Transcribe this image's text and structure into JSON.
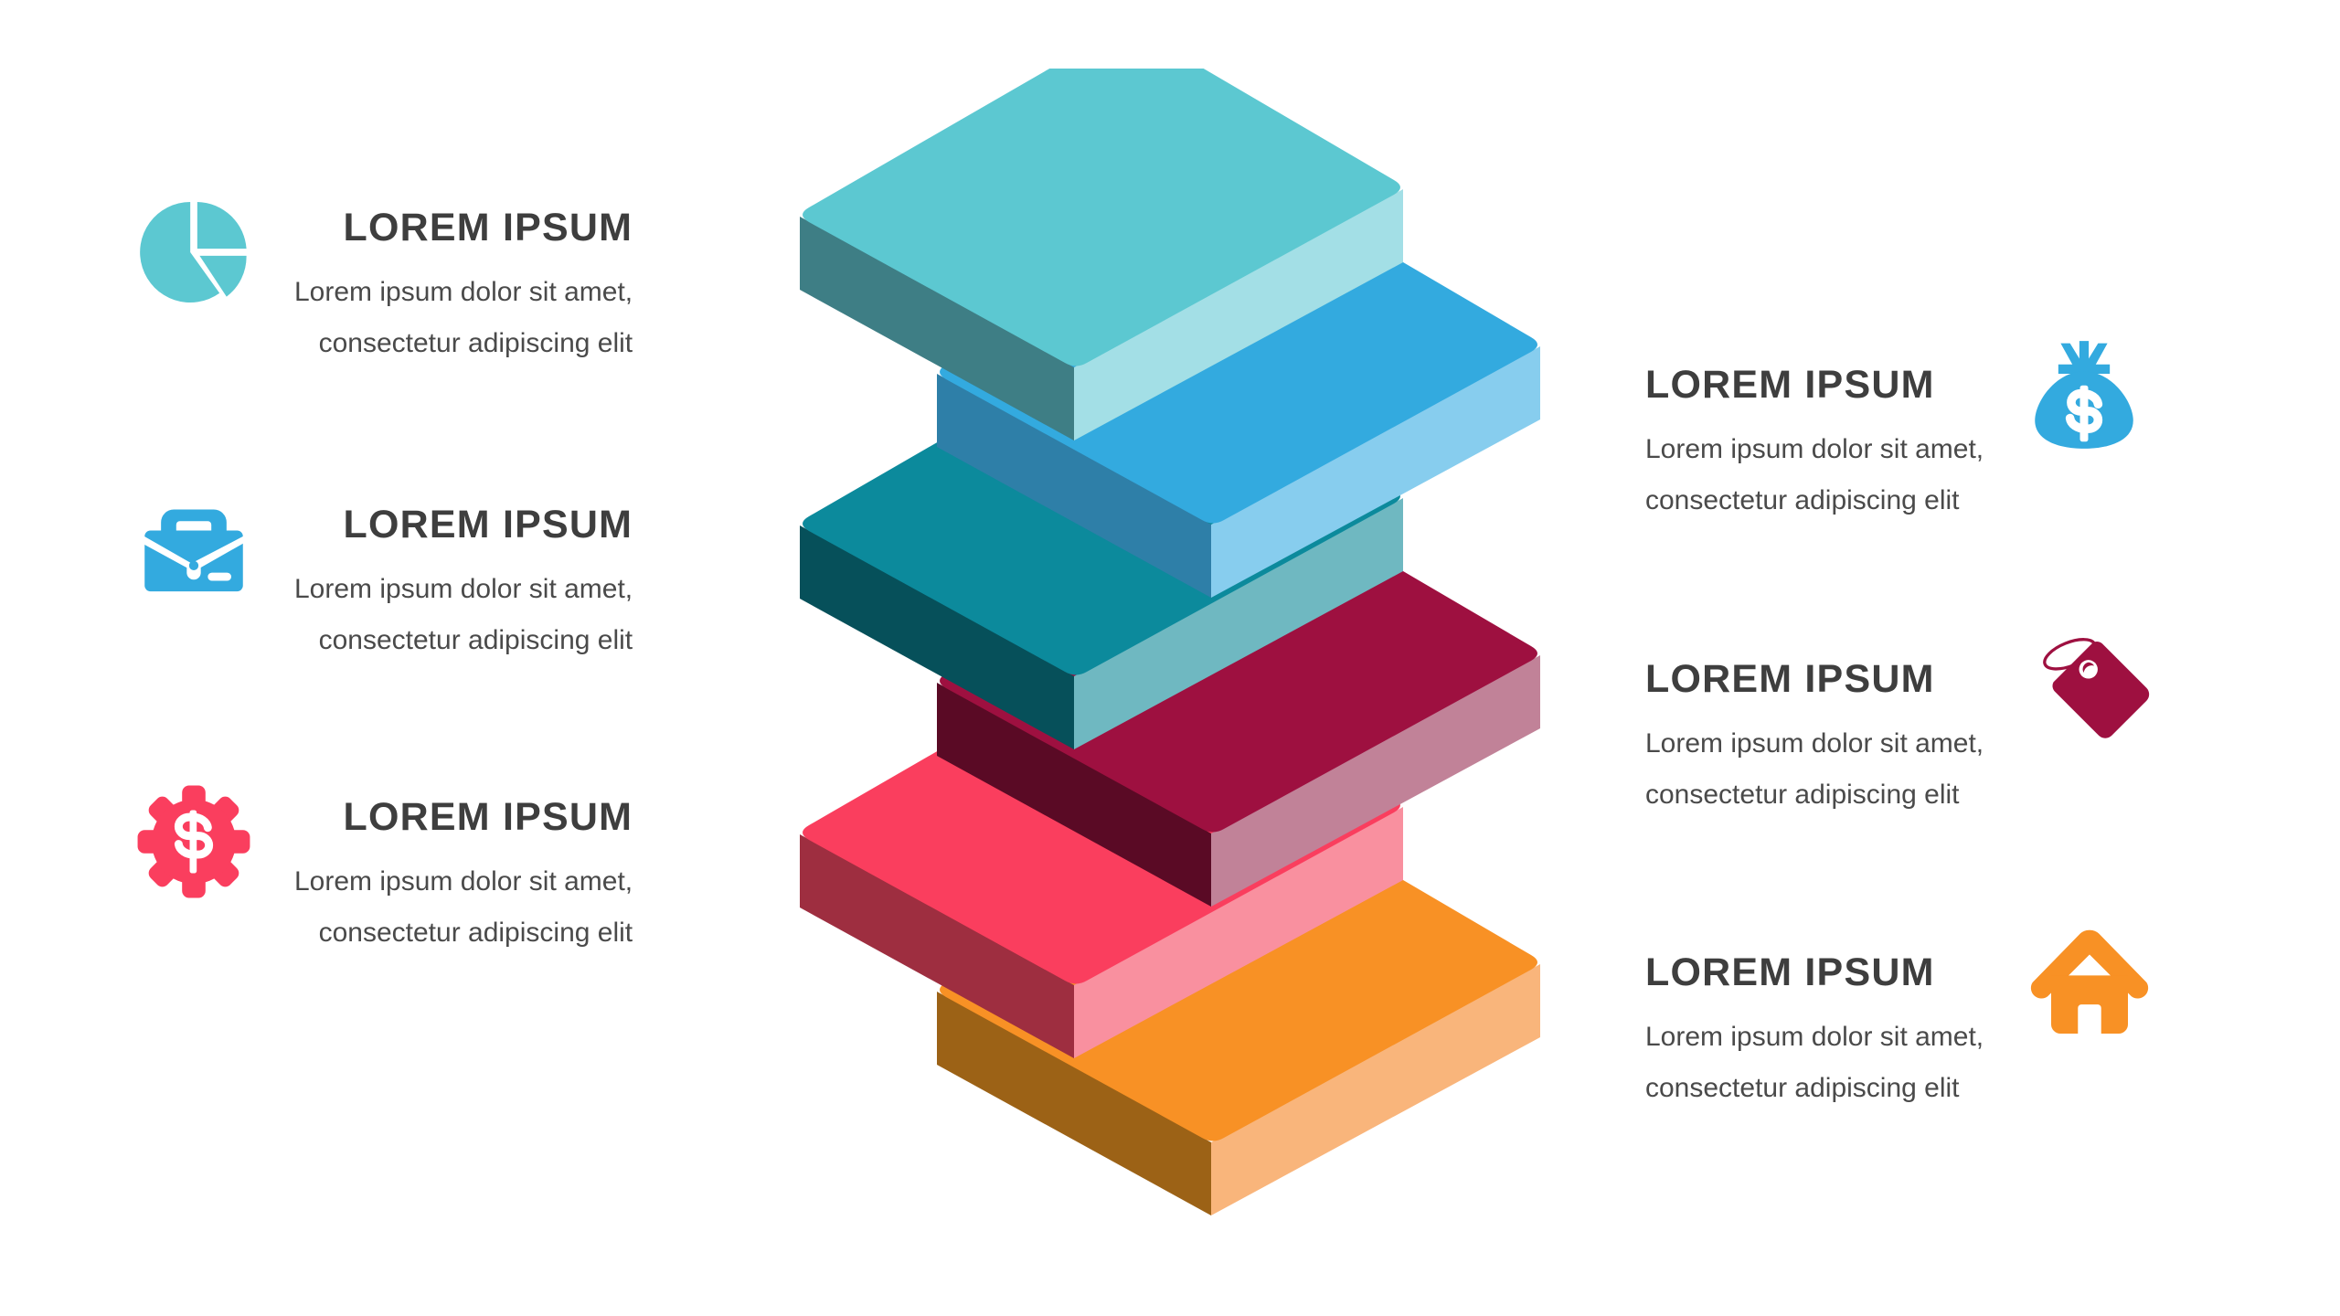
{
  "page": {
    "background": "#ffffff",
    "title_color": "#3e3e3e",
    "body_color": "#4a4a4a"
  },
  "left_items": [
    {
      "id": "item-1",
      "icon": "pie-chart-icon",
      "icon_color": "#5CC8D1",
      "title": "LOREM IPSUM",
      "body_lines": [
        "Lorem ipsum dolor sit amet,",
        "consectetur adipiscing elit"
      ]
    },
    {
      "id": "item-2",
      "icon": "briefcase-icon",
      "icon_color": "#33AADF",
      "title": "LOREM IPSUM",
      "body_lines": [
        "Lorem ipsum dolor sit amet,",
        "consectetur adipiscing elit"
      ]
    },
    {
      "id": "item-3",
      "icon": "gear-dollar-icon",
      "icon_color": "#FA3E5E",
      "title": "LOREM IPSUM",
      "body_lines": [
        "Lorem ipsum dolor sit amet,",
        "consectetur adipiscing elit"
      ]
    }
  ],
  "right_items": [
    {
      "id": "item-4",
      "icon": "money-bag-icon",
      "icon_color": "#33AADF",
      "title": "LOREM IPSUM",
      "body_lines": [
        "Lorem ipsum dolor sit amet,",
        "consectetur adipiscing elit"
      ]
    },
    {
      "id": "item-5",
      "icon": "price-tag-icon",
      "icon_color": "#9E1040",
      "title": "LOREM IPSUM",
      "body_lines": [
        "Lorem ipsum dolor sit amet,",
        "consectetur adipiscing elit"
      ]
    },
    {
      "id": "item-6",
      "icon": "house-icon",
      "icon_color": "#F89125",
      "title": "LOREM IPSUM",
      "body_lines": [
        "Lorem ipsum dolor sit amet,",
        "consectetur adipiscing elit"
      ]
    }
  ],
  "stack": {
    "description": "isometric stack of six offset slabs",
    "layers": [
      {
        "name": "layer-teal",
        "side": "left",
        "top": "#5CC8D1",
        "left_face": "#3E7E85",
        "right_face": "#A3DFE6"
      },
      {
        "name": "layer-blue",
        "side": "right",
        "top": "#33AADF",
        "left_face": "#2E7FA8",
        "right_face": "#87CDEE"
      },
      {
        "name": "layer-darkteal",
        "side": "left",
        "top": "#0C8A9C",
        "left_face": "#06505A",
        "right_face": "#6FB8C1"
      },
      {
        "name": "layer-burgundy",
        "side": "right",
        "top": "#9E1040",
        "left_face": "#5A0A25",
        "right_face": "#C18298"
      },
      {
        "name": "layer-red",
        "side": "left",
        "top": "#FA3E5E",
        "left_face": "#9E2E40",
        "right_face": "#F9909F"
      },
      {
        "name": "layer-orange",
        "side": "right",
        "top": "#F89125",
        "left_face": "#9C6216",
        "right_face": "#F9B57B"
      }
    ]
  }
}
